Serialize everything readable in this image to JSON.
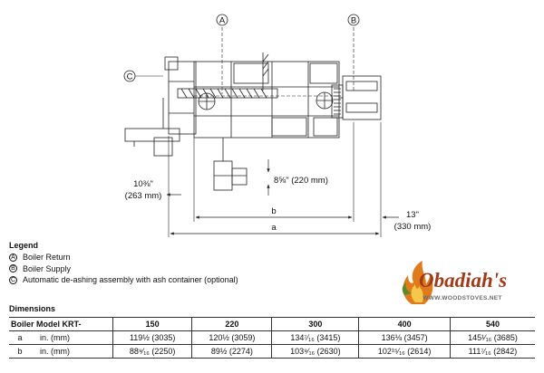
{
  "drawing": {
    "callouts": {
      "a": "A",
      "b": "B",
      "c": "C"
    },
    "dims": {
      "left_offset": "10⅜\"",
      "left_offset_mm": "(263 mm)",
      "height": "8⅝\" (220 mm)",
      "b": "b",
      "a": "a",
      "right_offset": "13\"",
      "right_offset_mm": "(330 mm)"
    }
  },
  "legend": {
    "heading": "Legend",
    "items": [
      {
        "key": "A",
        "text": "Boiler Return"
      },
      {
        "key": "B",
        "text": "Boiler Supply"
      },
      {
        "key": "C",
        "text": "Automatic de-ashing assembly with ash container (optional)"
      }
    ]
  },
  "logo": {
    "name": "Obadiah's",
    "url": "WWW.WOODSTOVES.NET",
    "colors": {
      "flame_outer": "#e07b1c",
      "flame_inner": "#f6c84a",
      "leaf": "#5a8a2e",
      "text": "#a23a1a"
    }
  },
  "dimensions": {
    "heading": "Dimensions",
    "model_label": "Boiler Model KRT-",
    "models": [
      "150",
      "220",
      "300",
      "400",
      "540"
    ],
    "rows": [
      {
        "key": "a",
        "unit": "in. (mm)",
        "values": [
          "119½ (3035)",
          "120½ (3059)",
          "134⁷⁄₁₆ (3415)",
          "136⅛ (3457)",
          "145¹⁄₁₆ (3685)"
        ]
      },
      {
        "key": "b",
        "unit": "in. (mm)",
        "values": [
          "88⁹⁄₁₆ (2250)",
          "89½ (2274)",
          "103⁹⁄₁₆ (2630)",
          "102¹⁵⁄₁₆ (2614)",
          "111⁷⁄₁₆ (2842)"
        ]
      }
    ]
  }
}
